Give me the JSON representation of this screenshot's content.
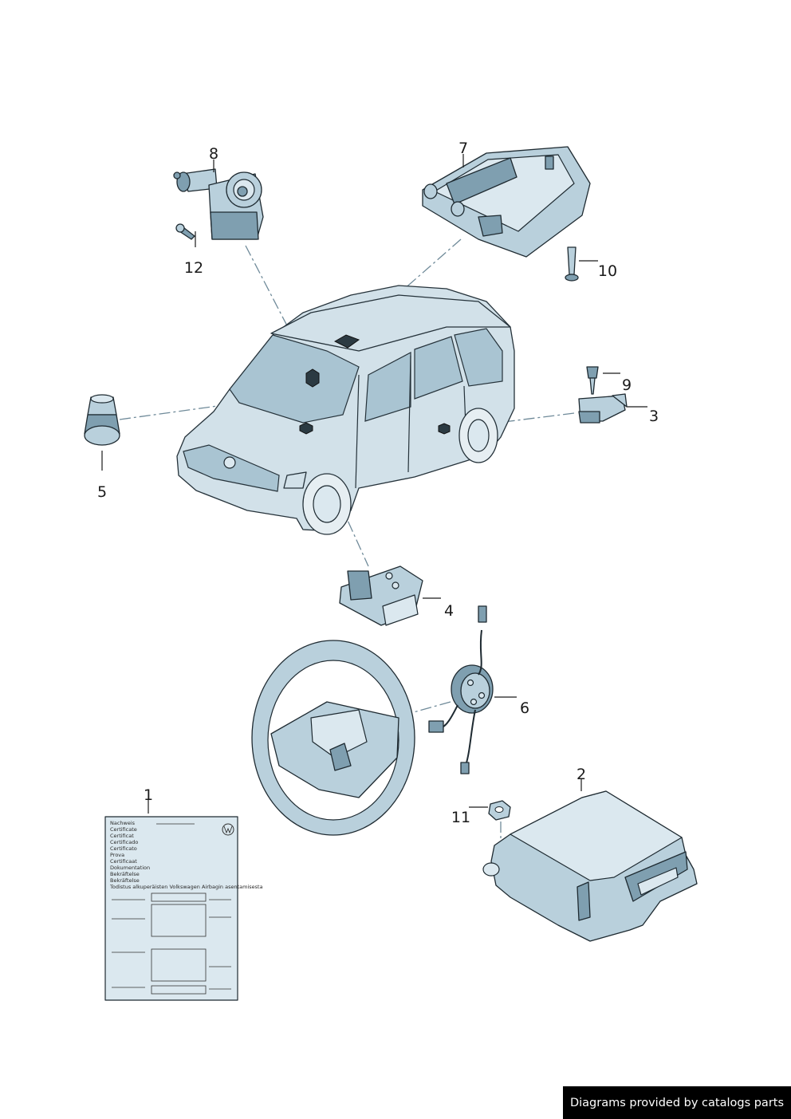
{
  "callouts": {
    "c1": "1",
    "c2": "2",
    "c3": "3",
    "c4": "4",
    "c5": "5",
    "c6": "6",
    "c7": "7",
    "c8": "8",
    "c9": "9",
    "c10": "10",
    "c11": "11",
    "c12": "12"
  },
  "certificate": {
    "lines": [
      "Nachweis",
      "Certificate",
      "Certificat",
      "Certificado",
      "Certificato",
      "Prova",
      "Certificaat",
      "Dokumentation",
      "Bekräftelse",
      "Bekräftelse"
    ],
    "footer_line": "Todistus alkuperäisten Volkswagen Airbagin asentamisesta",
    "logo": "vw-logo"
  },
  "footer": {
    "text": "Diagrams provided by catalogs parts"
  },
  "colors": {
    "part_fill": "#b9d0dc",
    "part_dark": "#7f9fb0",
    "outline": "#1e2a31",
    "footer_bg": "#000000"
  }
}
